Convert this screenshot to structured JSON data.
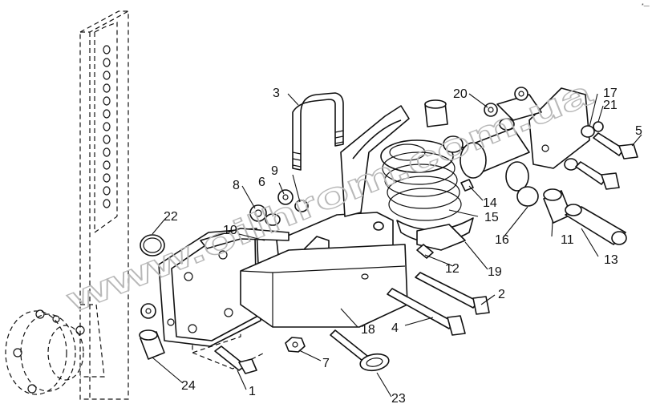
{
  "diagram": {
    "watermark": "www.oilhrom.com.ua",
    "corner_mark": "*—",
    "callouts": [
      {
        "id": "c1",
        "text": "1"
      },
      {
        "id": "c2",
        "text": "2"
      },
      {
        "id": "c3",
        "text": "3"
      },
      {
        "id": "c4",
        "text": "4"
      },
      {
        "id": "c5",
        "text": "5"
      },
      {
        "id": "c6",
        "text": "6"
      },
      {
        "id": "c7",
        "text": "7"
      },
      {
        "id": "c8",
        "text": "8"
      },
      {
        "id": "c9",
        "text": "9"
      },
      {
        "id": "c10",
        "text": "10"
      },
      {
        "id": "c11",
        "text": "11"
      },
      {
        "id": "c12",
        "text": "12"
      },
      {
        "id": "c13",
        "text": "13"
      },
      {
        "id": "c14",
        "text": "14"
      },
      {
        "id": "c15",
        "text": "15"
      },
      {
        "id": "c16",
        "text": "16"
      },
      {
        "id": "c17",
        "text": "17"
      },
      {
        "id": "c18",
        "text": "18"
      },
      {
        "id": "c19",
        "text": "19"
      },
      {
        "id": "c20",
        "text": "20"
      },
      {
        "id": "c21",
        "text": "21"
      },
      {
        "id": "c22",
        "text": "22"
      },
      {
        "id": "c23",
        "text": "23"
      },
      {
        "id": "c24",
        "text": "24"
      }
    ]
  }
}
